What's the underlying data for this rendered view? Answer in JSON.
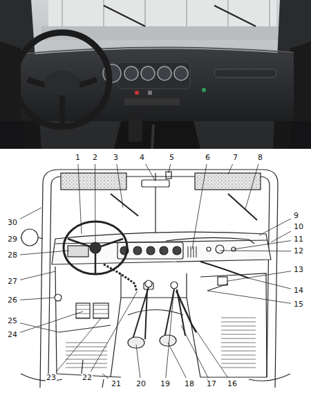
{
  "diagram": {
    "labels": [
      "1",
      "2",
      "3",
      "4",
      "5",
      "6",
      "7",
      "8",
      "9",
      "10",
      "11",
      "12",
      "13",
      "14",
      "15",
      "16",
      "17",
      "18",
      "19",
      "20",
      "21",
      "22",
      "23",
      "24",
      "25",
      "26",
      "27",
      "28",
      "29",
      "30"
    ]
  }
}
